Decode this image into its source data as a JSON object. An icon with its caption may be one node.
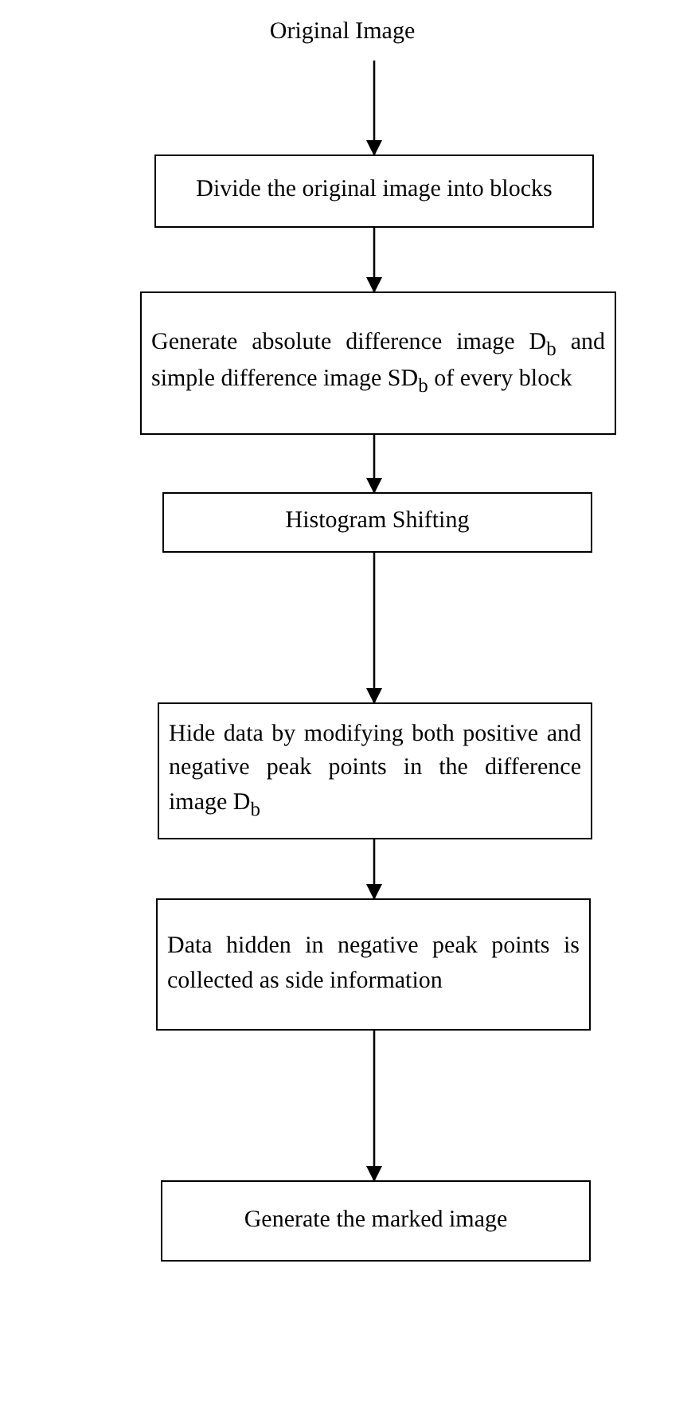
{
  "diagram": {
    "nodes": [
      {
        "text": [
          "Original Image"
        ]
      },
      {
        "text": [
          "Divide the original image into blocks"
        ]
      },
      {
        "text": [
          "Generate absolute difference image  D$_{b}$ and simple difference image SD$_{b}$ of every block"
        ]
      },
      {
        "text": [
          "Histogram Shifting"
        ]
      },
      {
        "text": [
          "Hide data by modifying both positive and negative peak points in the difference image D$_{b}$"
        ]
      },
      {
        "text": [
          "Data hidden in negative peak points is collected as side information"
        ]
      },
      {
        "text": [
          "Generate the marked image"
        ]
      }
    ],
    "edges": [
      {
        "from": 0,
        "to": 1,
        "arrow": "to"
      },
      {
        "from": 1,
        "to": 2,
        "arrow": "to"
      },
      {
        "from": 2,
        "to": 3,
        "arrow": "to"
      },
      {
        "from": 3,
        "to": 4,
        "arrow": "to"
      },
      {
        "from": 4,
        "to": 5,
        "arrow": "to"
      },
      {
        "from": 5,
        "to": 6,
        "arrow": "to"
      }
    ]
  }
}
